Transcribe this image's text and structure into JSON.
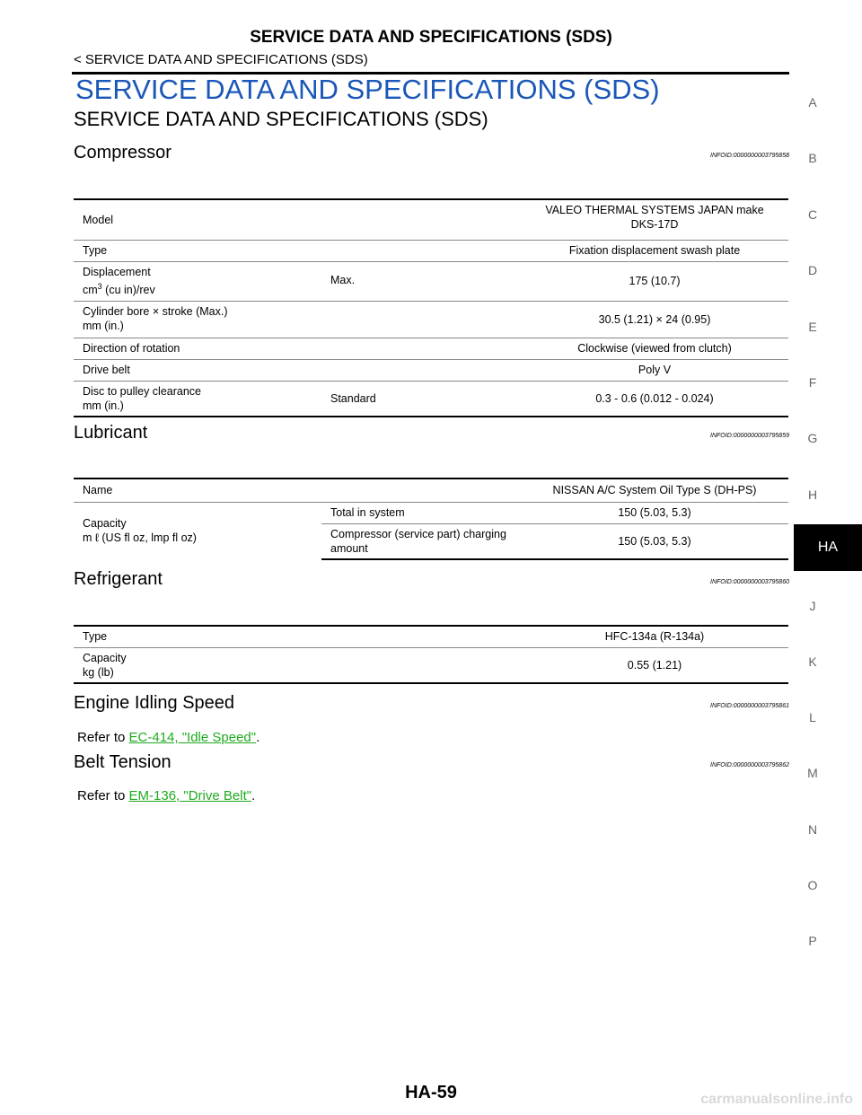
{
  "header": {
    "title": "SERVICE DATA AND SPECIFICATIONS (SDS)",
    "breadcrumb": "< SERVICE DATA AND SPECIFICATIONS (SDS)"
  },
  "section": {
    "title": "SERVICE DATA AND SPECIFICATIONS (SDS)",
    "subtitle": "SERVICE DATA AND SPECIFICATIONS (SDS)"
  },
  "compressor": {
    "heading": "Compressor",
    "infoid": "INFOID:0000000003795858",
    "rows": {
      "model_label": "Model",
      "model_value_1": "VALEO THERMAL SYSTEMS JAPAN make",
      "model_value_2": "DKS-17D",
      "type_label": "Type",
      "type_value": "Fixation displacement swash plate",
      "displacement_label_1": "Displacement",
      "displacement_label_2a": "cm",
      "displacement_label_sup": "3",
      "displacement_label_2b": " (cu in)/rev",
      "displacement_sub": "Max.",
      "displacement_value": "175 (10.7)",
      "bore_label_1": "Cylinder bore × stroke (Max.)",
      "bore_label_2": "mm (in.)",
      "bore_value": "30.5 (1.21) × 24 (0.95)",
      "rotation_label": "Direction of rotation",
      "rotation_value": "Clockwise (viewed from clutch)",
      "belt_label": "Drive belt",
      "belt_value": "Poly V",
      "clearance_label_1": "Disc to pulley clearance",
      "clearance_label_2": "mm (in.)",
      "clearance_sub": "Standard",
      "clearance_value": "0.3 - 0.6 (0.012 - 0.024)"
    }
  },
  "lubricant": {
    "heading": "Lubricant",
    "infoid": "INFOID:0000000003795859",
    "rows": {
      "name_label": "Name",
      "name_value": "NISSAN A/C System Oil Type S (DH-PS)",
      "capacity_label_1": "Capacity",
      "capacity_label_2": "m ℓ  (US fl oz, lmp fl oz)",
      "total_sub": "Total in system",
      "total_value": "150 (5.03, 5.3)",
      "compressor_sub": "Compressor (service part) charging amount",
      "compressor_value": "150 (5.03, 5.3)"
    }
  },
  "refrigerant": {
    "heading": "Refrigerant",
    "infoid": "INFOID:0000000003795860",
    "rows": {
      "type_label": "Type",
      "type_value": "HFC-134a (R-134a)",
      "capacity_label_1": "Capacity",
      "capacity_label_2": "kg (lb)",
      "capacity_value": "0.55 (1.21)"
    }
  },
  "idling": {
    "heading": "Engine Idling Speed",
    "infoid": "INFOID:0000000003795861",
    "ref_prefix": "Refer to ",
    "ref_link": "EC-414, \"Idle Speed\"",
    "ref_suffix": "."
  },
  "belt": {
    "heading": "Belt Tension",
    "infoid": "INFOID:0000000003795862",
    "ref_prefix": "Refer to ",
    "ref_link": "EM-136, \"Drive Belt\"",
    "ref_suffix": "."
  },
  "side_index": [
    "A",
    "B",
    "C",
    "D",
    "E",
    "F",
    "G",
    "H",
    "HA",
    "J",
    "K",
    "L",
    "M",
    "N",
    "O",
    "P"
  ],
  "side_index_active": "HA",
  "page_number": "HA-59",
  "watermark": "carmanualsonline.info"
}
